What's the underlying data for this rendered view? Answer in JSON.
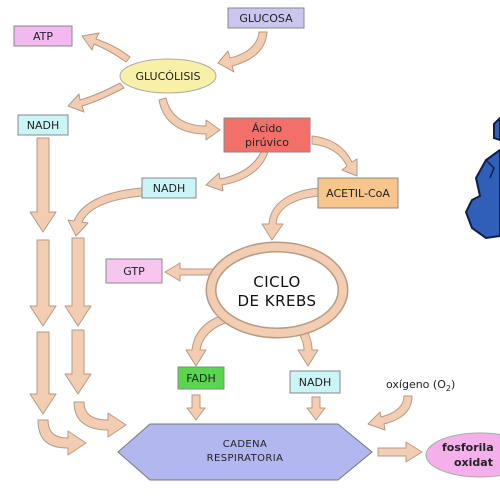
{
  "nodes": {
    "glucosa": "GLUCOSA",
    "atp": "ATP",
    "glucolisis": "GLUCÓLISIS",
    "nadh_top": "NADH",
    "acido_line1": "Ácido",
    "acido_line2": "pirúvico",
    "nadh_mid": "NADH",
    "acetil": "ACETIL-CoA",
    "gtp": "GTP",
    "krebs_line1": "CICLO",
    "krebs_line2": "DE KREBS",
    "fadh": "FADH",
    "nadh_bottom": "NADH",
    "cadena_line1": "CADENA",
    "cadena_line2": "RESPIRATORIA",
    "oxigeno": "oxígeno (O",
    "oxigeno_sub": "2",
    "oxigeno_close": ")",
    "fosforila_line1": "fosforila",
    "fosforila_line2": "oxidat"
  },
  "colors": {
    "glucosa_fill": "#cbc6ee",
    "atp_fill": "#f2b9f0",
    "glucolisis_fill": "#f7f0a6",
    "nadh_fill": "#cbf4f6",
    "acido_fill": "#f26f6a",
    "acetil_fill": "#f8c58c",
    "gtp_fill": "#f6c6ef",
    "fadh_fill": "#58d64d",
    "cadena_fill": "#b2b7ef",
    "fosforila_fill": "#f5b0ec",
    "arrow_fill": "#f2cdb2",
    "molecule_blue": "#2f5fb8"
  }
}
